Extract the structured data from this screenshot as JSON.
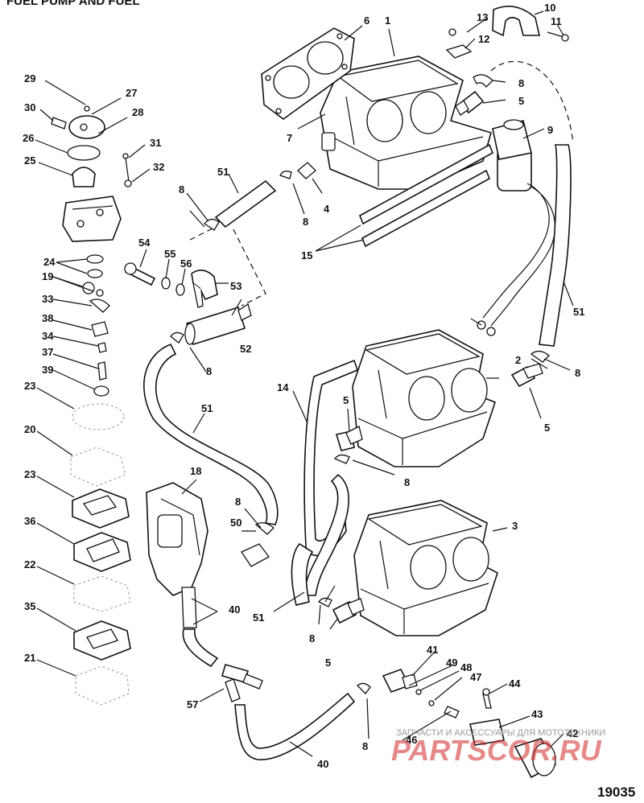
{
  "header_text": "FUEL PUMP AND FUEL",
  "figure_number": "19035",
  "watermark": {
    "tagline": "ЗАПЧАСТИ И АКСЕССУАРЫ ДЛЯ МОТОТЕХНИКИ",
    "logo": "PARTSCOR.RU"
  },
  "callouts": {
    "c1": "1",
    "c2": "2",
    "c3": "3",
    "c4": "4",
    "c5a": "5",
    "c5b": "5",
    "c5c": "5",
    "c5d": "5",
    "c6": "6",
    "c7": "7",
    "c8a": "8",
    "c8b": "8",
    "c8c": "8",
    "c8d": "8",
    "c8e": "8",
    "c8f": "8",
    "c8g": "8",
    "c8h": "8",
    "c8i": "8",
    "c9": "9",
    "c10": "10",
    "c11": "11",
    "c12": "12",
    "c13": "13",
    "c14": "14",
    "c15": "15",
    "c18": "18",
    "c19": "19",
    "c20": "20",
    "c21": "21",
    "c22": "22",
    "c23a": "23",
    "c23b": "23",
    "c24": "24",
    "c25": "25",
    "c26": "26",
    "c27": "27",
    "c28": "28",
    "c29": "29",
    "c30": "30",
    "c31": "31",
    "c32": "32",
    "c33": "33",
    "c34": "34",
    "c35": "35",
    "c36": "36",
    "c37": "37",
    "c38": "38",
    "c39": "39",
    "c40a": "40",
    "c40b": "40",
    "c41": "41",
    "c42": "42",
    "c43": "43",
    "c44": "44",
    "c46": "46",
    "c47": "47",
    "c48": "48",
    "c49": "49",
    "c50": "50",
    "c51a": "51",
    "c51b": "51",
    "c51c": "51",
    "c51d": "51",
    "c52": "52",
    "c53": "53",
    "c54": "54",
    "c55": "55",
    "c56": "56",
    "c57": "57"
  }
}
